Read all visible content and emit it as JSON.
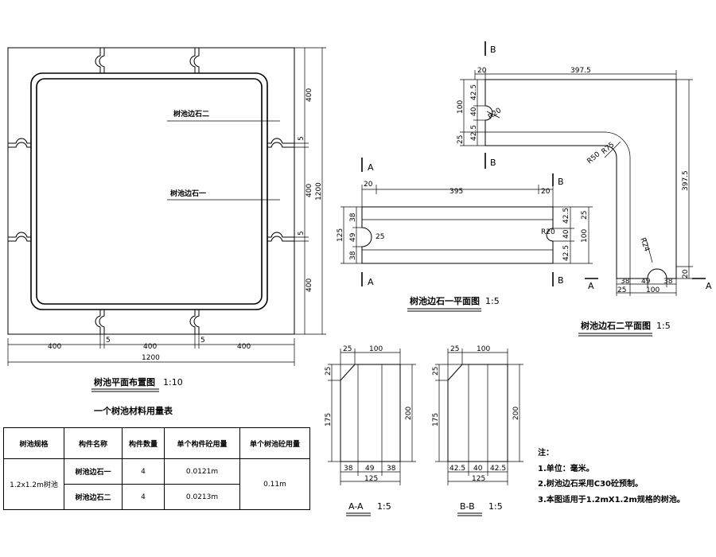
{
  "plan": {
    "caption": "树池平面布置图",
    "scale": "1:10",
    "label_stone2": "树池边石二",
    "label_stone1": "树池边石一",
    "dims": {
      "seg400": "400",
      "total1200": "1200",
      "gap5": "5"
    }
  },
  "stone1": {
    "caption": "树池边石一平面图",
    "scale": "1:5",
    "section_a": "A",
    "section_b": "B",
    "dims": {
      "d20a": "20",
      "d395": "395",
      "d20b": "20",
      "d38a": "38",
      "d49": "49",
      "d38b": "38",
      "d125": "125",
      "r25": "25",
      "d42_5a": "42.5",
      "d40": "40",
      "d42_5b": "42.5",
      "d25": "25",
      "d100": "100",
      "r20": "R20"
    }
  },
  "stone2": {
    "caption": "树池边石二平面图",
    "scale": "1:5",
    "section_a": "A",
    "section_b": "B",
    "dims": {
      "d20a": "20",
      "d397_5a": "397.5",
      "d42_5a": "42.5",
      "d40": "40",
      "d42_5b": "42.5",
      "d100a": "100",
      "d25a": "25",
      "r20": "R20",
      "r75": "R75",
      "r50": "R50",
      "d397_5b": "397.5",
      "r24": "R24",
      "d20b": "20",
      "d38a": "38",
      "d49": "49",
      "d38b": "38",
      "d25b": "25",
      "d100b": "100"
    }
  },
  "section_aa": {
    "caption": "A-A",
    "scale": "1:5",
    "dims": {
      "d25a": "25",
      "d100": "100",
      "d25b": "25",
      "d175": "175",
      "d200": "200",
      "d38a": "38",
      "d49": "49",
      "d38b": "38",
      "d125": "125"
    }
  },
  "section_bb": {
    "caption": "B-B",
    "scale": "1:5",
    "dims": {
      "d25a": "25",
      "d100": "100",
      "d25b": "25",
      "d175": "175",
      "d200": "200",
      "d42_5a": "42.5",
      "d40": "40",
      "d42_5b": "42.5",
      "d125": "125"
    }
  },
  "table": {
    "title": "一个树池材料用量表",
    "headers": [
      "树池规格",
      "构件名称",
      "构件数量",
      "单个构件砼用量",
      "单个树池砼用量"
    ],
    "spec": "1.2x1.2m树池",
    "rows": [
      {
        "name": "树池边石一",
        "qty": "4",
        "unit": "0.0121m"
      },
      {
        "name": "树池边石二",
        "qty": "4",
        "unit": "0.0213m"
      }
    ],
    "total": "0.11m"
  },
  "notes": {
    "title": "注：",
    "items": [
      "1.单位：毫米。",
      "2.树池边石采用C30砼预制。",
      "3.本图适用于1.2mX1.2m规格的树池。"
    ]
  }
}
